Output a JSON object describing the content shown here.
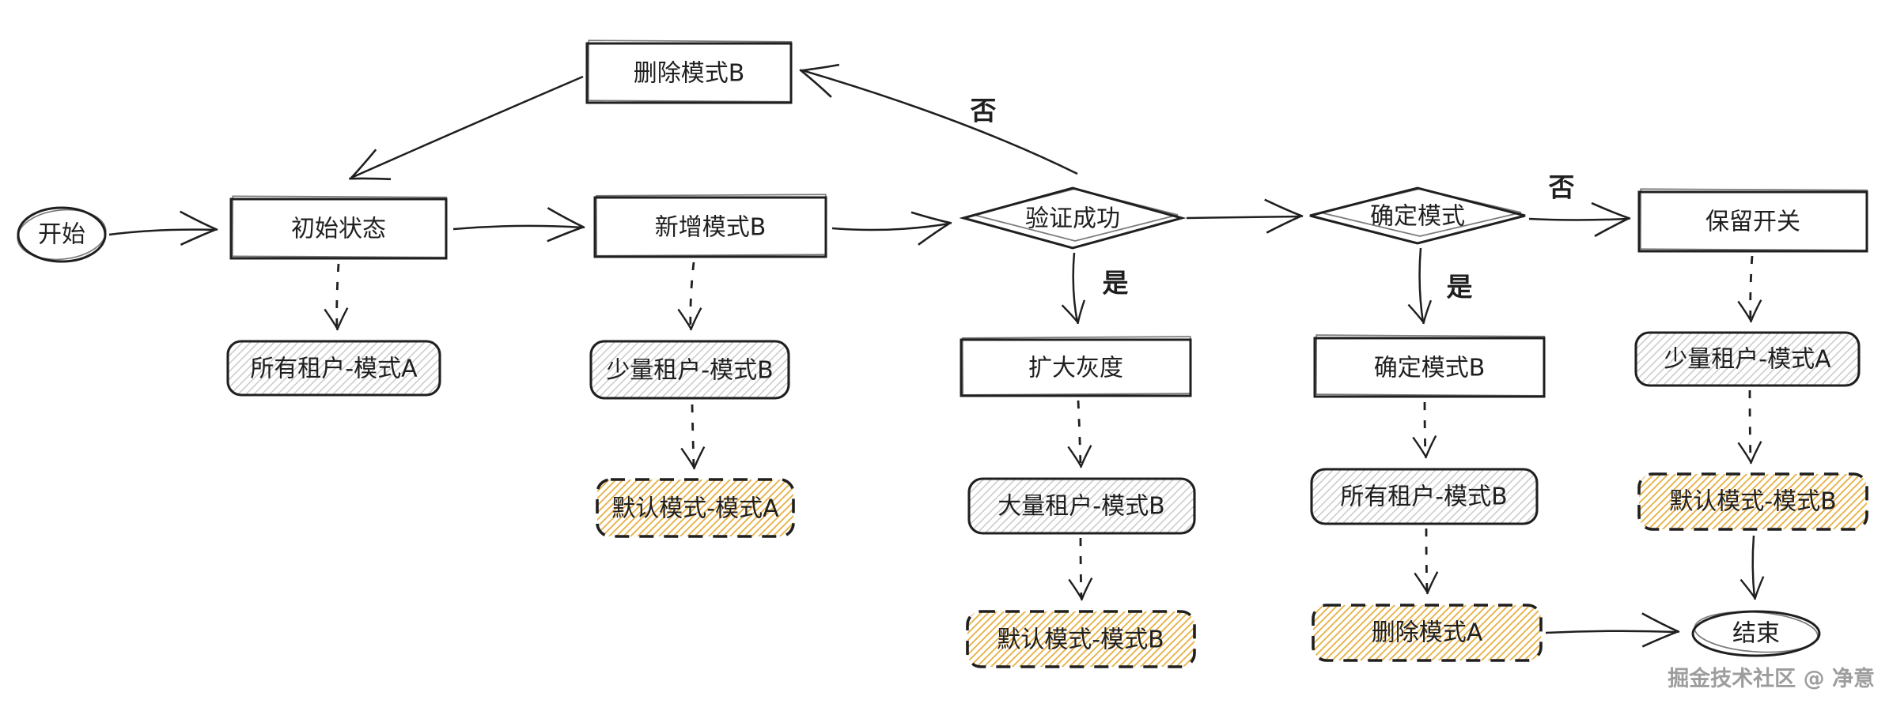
{
  "diagram": {
    "nodes": {
      "start": "开始",
      "initial_state": "初始状态",
      "delete_mode_b": "删除模式B",
      "add_mode_b": "新增模式B",
      "verify_success": "验证成功",
      "confirm_mode": "确定模式",
      "keep_switch": "保留开关",
      "all_tenants_mode_a": "所有租户-模式A",
      "few_tenants_mode_b": "少量租户-模式B",
      "default_mode_a": "默认模式-模式A",
      "expand_gray": "扩大灰度",
      "many_tenants_mode_b": "大量租户-模式B",
      "default_mode_b_mid": "默认模式-模式B",
      "confirm_mode_b": "确定模式B",
      "all_tenants_mode_b": "所有租户-模式B",
      "delete_mode_a": "删除模式A",
      "few_tenants_mode_a": "少量租户-模式A",
      "default_mode_b_right": "默认模式-模式B",
      "end": "结束"
    },
    "edges": [
      {
        "from": "start",
        "to": "initial_state",
        "style": "solid",
        "label": ""
      },
      {
        "from": "initial_state",
        "to": "add_mode_b",
        "style": "solid",
        "label": ""
      },
      {
        "from": "add_mode_b",
        "to": "verify_success",
        "style": "solid",
        "label": ""
      },
      {
        "from": "verify_success",
        "to": "confirm_mode",
        "style": "solid",
        "label": ""
      },
      {
        "from": "verify_success",
        "to": "delete_mode_b",
        "style": "solid",
        "label": "否"
      },
      {
        "from": "delete_mode_b",
        "to": "initial_state",
        "style": "solid",
        "label": ""
      },
      {
        "from": "verify_success",
        "to": "expand_gray",
        "style": "solid",
        "label": "是"
      },
      {
        "from": "confirm_mode",
        "to": "keep_switch",
        "style": "solid",
        "label": "否"
      },
      {
        "from": "confirm_mode",
        "to": "confirm_mode_b",
        "style": "solid",
        "label": "是"
      },
      {
        "from": "initial_state",
        "to": "all_tenants_mode_a",
        "style": "dashed",
        "label": ""
      },
      {
        "from": "add_mode_b",
        "to": "few_tenants_mode_b",
        "style": "dashed",
        "label": ""
      },
      {
        "from": "few_tenants_mode_b",
        "to": "default_mode_a",
        "style": "dashed",
        "label": ""
      },
      {
        "from": "expand_gray",
        "to": "many_tenants_mode_b",
        "style": "dashed",
        "label": ""
      },
      {
        "from": "many_tenants_mode_b",
        "to": "default_mode_b_mid",
        "style": "dashed",
        "label": ""
      },
      {
        "from": "confirm_mode_b",
        "to": "all_tenants_mode_b",
        "style": "dashed",
        "label": ""
      },
      {
        "from": "all_tenants_mode_b",
        "to": "delete_mode_a",
        "style": "dashed",
        "label": ""
      },
      {
        "from": "keep_switch",
        "to": "few_tenants_mode_a",
        "style": "dashed",
        "label": ""
      },
      {
        "from": "few_tenants_mode_a",
        "to": "default_mode_b_right",
        "style": "dashed",
        "label": ""
      },
      {
        "from": "default_mode_b_right",
        "to": "end",
        "style": "solid",
        "label": ""
      },
      {
        "from": "delete_mode_a",
        "to": "end",
        "style": "solid",
        "label": ""
      }
    ],
    "watermark": "掘金技术社区 @ 净意",
    "colors": {
      "ink": "#1f1f1f",
      "hatch_gray": "#c9c9c9",
      "hatch_yellow": "#e8b44c",
      "watermark": "#9d9d9d",
      "background": "#ffffff"
    }
  }
}
